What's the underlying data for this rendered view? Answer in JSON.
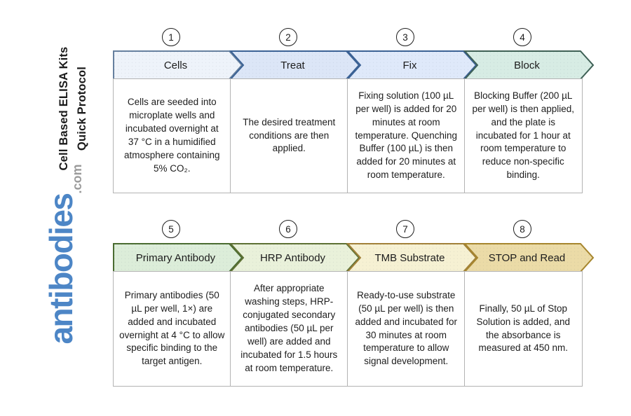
{
  "brand": {
    "logo_text": "antibodies",
    "logo_suffix": ".com",
    "logo_color": "#4d86c6",
    "logo_suffix_color": "#9b9b9b"
  },
  "title": {
    "line1": "Cell Based ELISA Kits",
    "line2": "Quick Protocol"
  },
  "steps": [
    {
      "number": "1",
      "label": "Cells",
      "description": "Cells are seeded into microplate wells and incubated overnight at 37 °C in a humidified atmosphere containing 5% CO₂.",
      "colors": {
        "fill": "#eef3fa",
        "border": "#66809f"
      }
    },
    {
      "number": "2",
      "label": "Treat",
      "description": "The desired treatment conditions are then applied.",
      "colors": {
        "fill": "#dce6f7",
        "border": "#3b6295"
      }
    },
    {
      "number": "3",
      "label": "Fix",
      "description": "Fixing solution (100 µL per well) is added for 20 minutes at room temperature. Quenching Buffer (100 µL) is then added for 20 minutes at room temperature.",
      "colors": {
        "fill": "#dfe9fa",
        "border": "#3b6295"
      }
    },
    {
      "number": "4",
      "label": "Block",
      "description": "Blocking Buffer (200 µL per well) is then applied, and the plate is incubated for 1 hour at room temperature to reduce non-specific binding.",
      "colors": {
        "fill": "#d7ece4",
        "border": "#3e6055"
      }
    },
    {
      "number": "5",
      "label": "Primary Antibody",
      "description": "Primary antibodies (50 µL per well, 1×) are added and incubated overnight at 4 °C to allow specific binding to the target antigen.",
      "colors": {
        "fill": "#dcedd9",
        "border": "#4a6c31"
      }
    },
    {
      "number": "6",
      "label": "HRP Antibody",
      "description": "After appropriate washing steps, HRP-conjugated secondary antibodies (50 µL per well) are added and incubated for 1.5 hours at room temperature.",
      "colors": {
        "fill": "#e9f1da",
        "border": "#5e7134"
      }
    },
    {
      "number": "7",
      "label": "TMB Substrate",
      "description": "Ready-to-use substrate (50 µL per well) is then added and incubated for 30 minutes at room temperature to allow signal development.",
      "colors": {
        "fill": "#f6f1d3",
        "border": "#a2813a"
      }
    },
    {
      "number": "8",
      "label": "STOP and Read",
      "description": "Finally, 50 µL of Stop Solution is added, and the absorbance is measured at 450 nm.",
      "colors": {
        "fill": "#ebdba7",
        "border": "#a7862e"
      }
    }
  ]
}
